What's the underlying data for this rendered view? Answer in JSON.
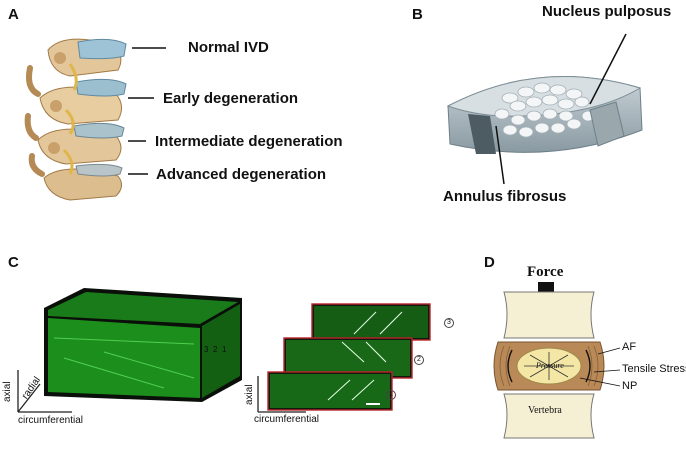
{
  "panels": {
    "a": {
      "letter": "A",
      "labels": [
        "Normal IVD",
        "Early degeneration",
        "Intermediate degeneration",
        "Advanced degeneration"
      ]
    },
    "b": {
      "letter": "B",
      "nucleus": "Nucleus pulposus",
      "annulus": "Annulus fibrosus"
    },
    "c": {
      "letter": "C",
      "axis_axial": "axial",
      "axis_radial": "radial",
      "axis_circumferential": "circumferential",
      "axis_axial_right": "axial",
      "axis_circumferential_right": "circumferential",
      "slice_marks": [
        "1",
        "2",
        "3"
      ],
      "slice_labels": [
        "3",
        "2",
        "1"
      ]
    },
    "d": {
      "letter": "D",
      "force": "Force",
      "pressure": "Pressure",
      "af": "AF",
      "tensile": "Tensile Stress",
      "np": "NP",
      "vertebra": "Vertebra"
    }
  },
  "colors": {
    "disc_blue": "#8fb6cc",
    "bone": "#e9d3a3",
    "confocal_green": "#1fa71f",
    "annulus_brown": "#b98957",
    "nucleus_yellow": "#f4e7a6",
    "frame_red": "#b8242a"
  }
}
